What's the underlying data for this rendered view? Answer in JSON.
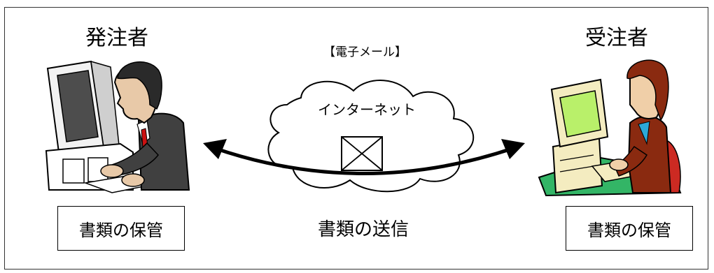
{
  "diagram": {
    "orderer_label": "発注者",
    "contractor_label": "受注者",
    "email_label": "【電子メール】",
    "internet_label": "インターネット",
    "send_label": "書類の送信",
    "left_storage_label": "書類の保管",
    "right_storage_label": "書類の保管"
  },
  "icons": {
    "left_person": "man-at-computer-icon",
    "right_person": "woman-at-computer-icon",
    "mail": "envelope-icon",
    "cloud": "cloud-icon",
    "arrow": "double-headed-arrow-icon"
  }
}
